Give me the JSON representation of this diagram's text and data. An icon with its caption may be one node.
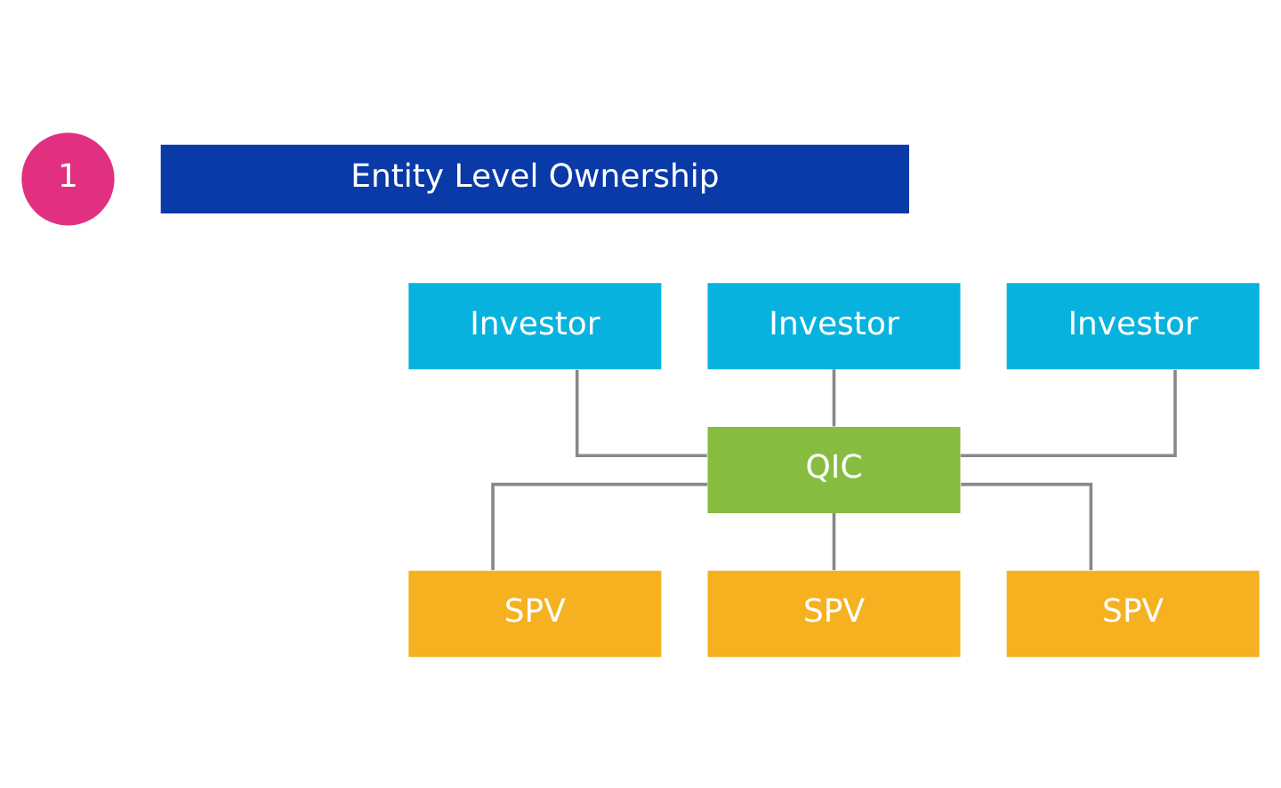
{
  "diagram": {
    "nodes": [
      {
        "text": [
          "1"
        ]
      },
      {
        "text": [
          "Entity Level Ownership"
        ]
      },
      {
        "text": [
          "Investor"
        ]
      },
      {
        "text": [
          "Investor"
        ]
      },
      {
        "text": [
          "Investor"
        ]
      },
      {
        "text": [
          "QIC"
        ]
      },
      {
        "text": [
          "SPV"
        ]
      },
      {
        "text": [
          "SPV"
        ]
      },
      {
        "text": [
          "SPV"
        ]
      }
    ],
    "edges": [
      {
        "from": 2,
        "to": 5,
        "arrow": "none"
      },
      {
        "from": 3,
        "to": 5,
        "arrow": "none"
      },
      {
        "from": 4,
        "to": 5,
        "arrow": "none"
      },
      {
        "from": 5,
        "to": 6,
        "arrow": "none"
      },
      {
        "from": 5,
        "to": 7,
        "arrow": "none"
      },
      {
        "from": 5,
        "to": 8,
        "arrow": "none"
      }
    ]
  }
}
